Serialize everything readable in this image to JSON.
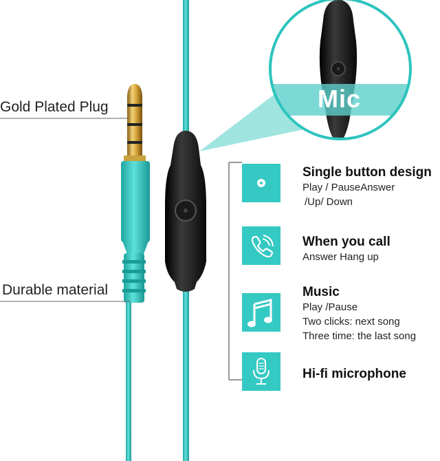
{
  "callouts": {
    "mic": "Mic",
    "plug": "Gold Plated Plug",
    "material": "Durable material"
  },
  "features": [
    {
      "icon": "circle-button-icon",
      "title": "Single button design",
      "lines": [
        "Play / PauseAnswer",
        "/Up/ Down"
      ]
    },
    {
      "icon": "phone-call-icon",
      "title": "When you call",
      "lines": [
        "Answer Hang up"
      ]
    },
    {
      "icon": "music-note-icon",
      "title": "Music",
      "lines": [
        "Play /Pause",
        "Two clicks: next song",
        "Three time: the last song"
      ]
    },
    {
      "icon": "microphone-icon",
      "title": "Hi-fi microphone",
      "lines": []
    }
  ],
  "colors": {
    "cable": "#2cc4be",
    "icon_box": "#35c9c3",
    "gold": "#d4a12a",
    "remote": "#1b1b1b"
  }
}
